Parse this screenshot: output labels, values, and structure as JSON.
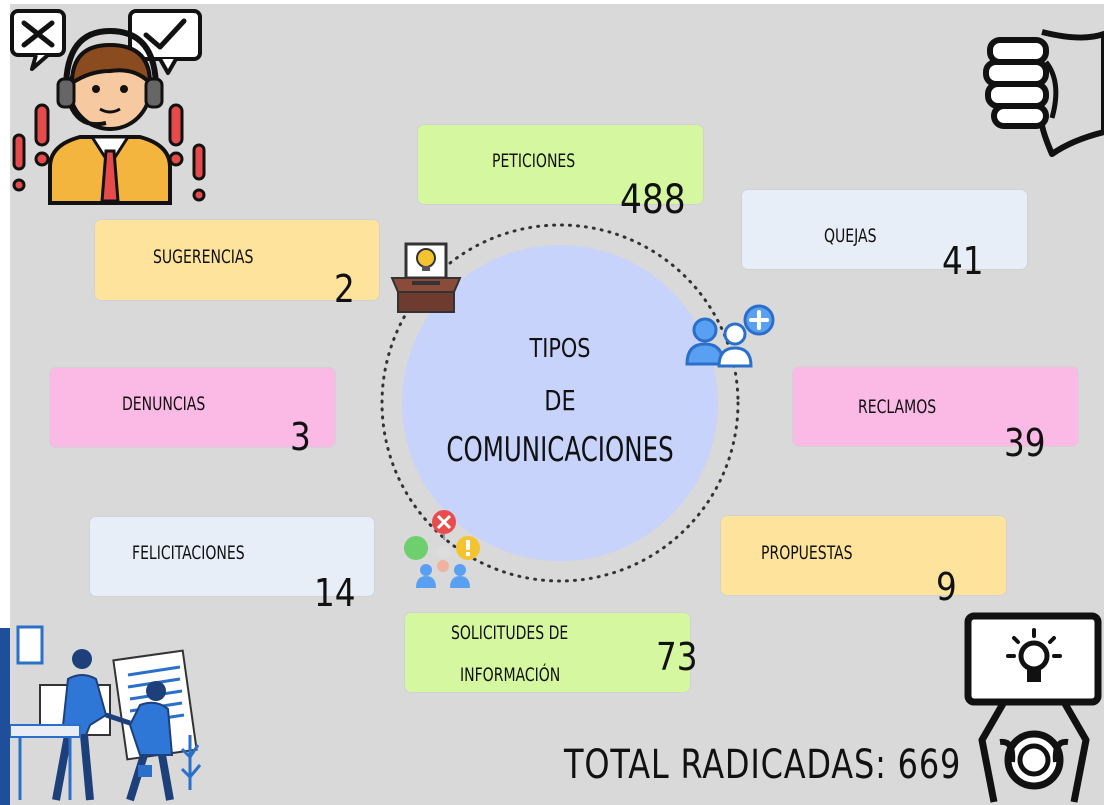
{
  "center": {
    "line1": "TIPOS",
    "line2": "DE",
    "line3": "COMUNICACIONES"
  },
  "categories": {
    "peticiones": {
      "label": "PETICIONES",
      "value": "488"
    },
    "quejas": {
      "label": "QUEJAS",
      "value": "41"
    },
    "reclamos": {
      "label": "RECLAMOS",
      "value": "39"
    },
    "propuestas": {
      "label": "PROPUESTAS",
      "value": "9"
    },
    "solicitudes": {
      "label_line1": "SOLICITUDES DE",
      "label_line2": "INFORMACIÓN",
      "value": "73"
    },
    "felicitaciones": {
      "label": "FELICITACIONES",
      "value": "14"
    },
    "denuncias": {
      "label": "DENUNCIAS",
      "value": "3"
    },
    "sugerencias": {
      "label": "SUGERENCIAS",
      "value": "2"
    }
  },
  "total": "TOTAL RADICADAS: 669",
  "colors": {
    "green": "#d5f7a0",
    "yellow": "#fde39c",
    "lightblue": "#e7eef8",
    "pink": "#fbb9e5",
    "circle": "#c7d3fb"
  },
  "icons": [
    "call-center-agent-icon",
    "thumbs-down-icon",
    "suggestion-box-icon",
    "add-users-icon",
    "feedback-people-icon",
    "business-handshake-icon",
    "idea-hands-icon"
  ]
}
